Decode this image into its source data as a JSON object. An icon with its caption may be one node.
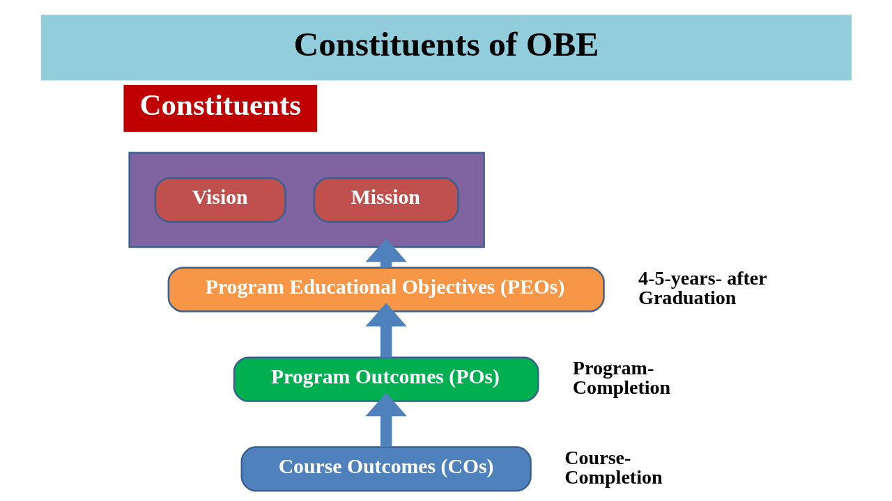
{
  "diagram": {
    "title": "Constituents of OBE",
    "nodes": [
      {
        "text": [],
        "shape": "triangle"
      },
      {
        "text": [
          "Vision"
        ],
        "in": 0
      },
      {
        "text": [
          "Mission"
        ],
        "in": 0
      },
      {
        "text": [
          "Program Educational Objectives (PEOs)"
        ],
        "beside": [
          "4-5-years- after Graduation"
        ]
      },
      {
        "text": [
          "Program Outcomes (POs)"
        ],
        "beside": [
          "Program- Completion"
        ]
      },
      {
        "text": [
          "Course Outcomes (COs)"
        ],
        "beside": [
          "Course- Completion"
        ]
      }
    ],
    "edges": [
      {
        "from": 5,
        "to": 4,
        "arrow": "to"
      },
      {
        "from": 4,
        "to": 3,
        "arrow": "to"
      },
      {
        "from": 3,
        "to": 0,
        "arrow": "to"
      }
    ],
    "labels": [
      "Constituents"
    ]
  }
}
